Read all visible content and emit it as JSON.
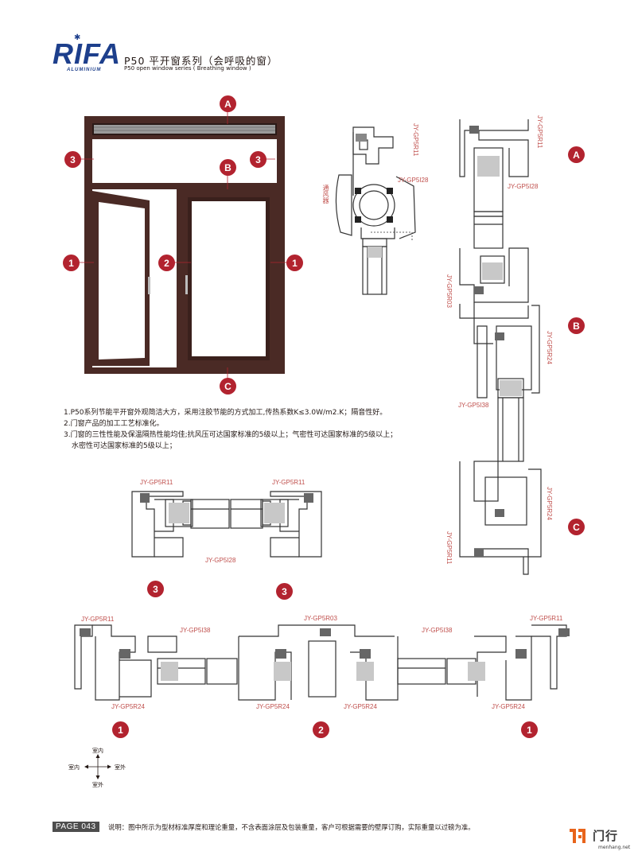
{
  "header": {
    "brand": "RIFA",
    "brand_sub": "ALUMINIUM",
    "title_cn": "P50 平开窗系列（会呼吸的窗）",
    "title_en": "P50 open window series ( Breathing window )"
  },
  "window_diagram": {
    "markers": {
      "a": "A",
      "b": "B",
      "c": "C",
      "n1": "1",
      "n2": "2",
      "n3": "3"
    }
  },
  "profiles": {
    "r11": "JY-GP5R11",
    "i28": "JY-GP5I28",
    "r03": "JY-GP5R03",
    "r24": "JY-GP5R24",
    "i38": "JY-GP5I38",
    "vent": "通风器"
  },
  "notes": [
    "1.P50系列节能平开窗外观简洁大方，采用注胶节能的方式加工,传热系数K≤3.0W/m2.K；隔音性好。",
    "2.门窗产品的加工工艺标准化。",
    "3.门窗的三性性能及保温隔热性能均佳;抗风压可达国家标准的5级以上；气密性可达国家标准的5级以上；",
    "水密性可达国家标准的5级以上；"
  ],
  "compass": {
    "top": "室内",
    "left": "室内",
    "right": "室外",
    "bottom": "室外"
  },
  "footer": {
    "page": "PAGE 043",
    "note": "说明：图中所示为型材标准厚度和理论重量，不含表面涂层及包装重量，客户可根据需要的壁厚订购，实际重量以过磅为准。",
    "watermark_cn": "门行",
    "watermark_en": "menhang.net"
  },
  "colors": {
    "frame": "#4a2a25",
    "badge": "#b2232f",
    "label": "#c0504d",
    "brand": "#1d3f8c"
  }
}
